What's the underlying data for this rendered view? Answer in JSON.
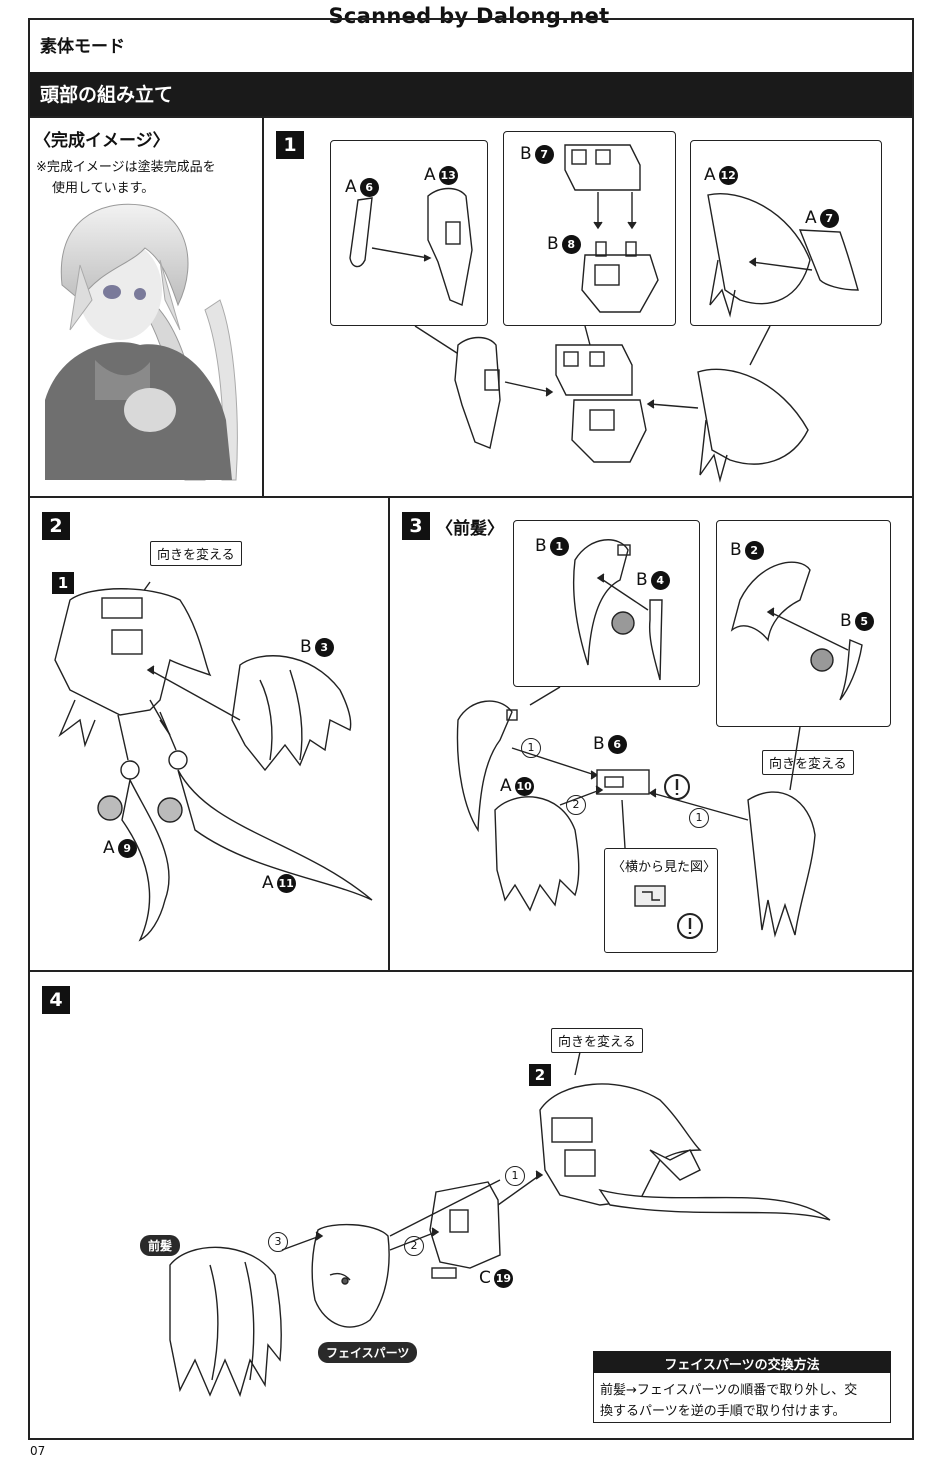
{
  "watermark": "Scanned by Dalong.net",
  "mode_title": "素体モード",
  "section_title": "頭部の組み立て",
  "completion": {
    "heading": "〈完成イメージ〉",
    "note_line1": "※完成イメージは塗装完成品を",
    "note_line2": "使用しています。"
  },
  "steps": {
    "s1": "1",
    "s2": "2",
    "s3": "3",
    "s3_title": "〈前髪〉",
    "s4": "4"
  },
  "step1": {
    "a6_letter": "A",
    "a6_num": "6",
    "a13_letter": "A",
    "a13_num": "13",
    "b7_letter": "B",
    "b7_num": "7",
    "b8_letter": "B",
    "b8_num": "8",
    "a12_letter": "A",
    "a12_num": "12",
    "a7_letter": "A",
    "a7_num": "7"
  },
  "step2": {
    "turn_label": "向きを変える",
    "ref_step": "1",
    "b3_letter": "B",
    "b3_num": "3",
    "a9_letter": "A",
    "a9_num": "9",
    "a11_letter": "A",
    "a11_num": "11"
  },
  "step3": {
    "b1_letter": "B",
    "b1_num": "1",
    "b4_letter": "B",
    "b4_num": "4",
    "b2_letter": "B",
    "b2_num": "2",
    "b5_letter": "B",
    "b5_num": "5",
    "b6_letter": "B",
    "b6_num": "6",
    "a10_letter": "A",
    "a10_num": "10",
    "turn_label": "向きを変える",
    "side_view": "〈横から見た図〉",
    "order1": "1",
    "order2": "2",
    "order3": "1"
  },
  "step4": {
    "turn_label": "向きを変える",
    "ref_step": "2",
    "maegami_label": "前髪",
    "face_label": "フェイスパーツ",
    "c19_letter": "C",
    "c19_num": "19",
    "order1": "1",
    "order2": "2",
    "order3": "3",
    "exchange_title": "フェイスパーツの交換方法",
    "exchange_line1": "前髪→フェイスパーツの順番で取り外し、交",
    "exchange_line2": "換するパーツを逆の手順で取り付けます。"
  },
  "page_number": "07"
}
